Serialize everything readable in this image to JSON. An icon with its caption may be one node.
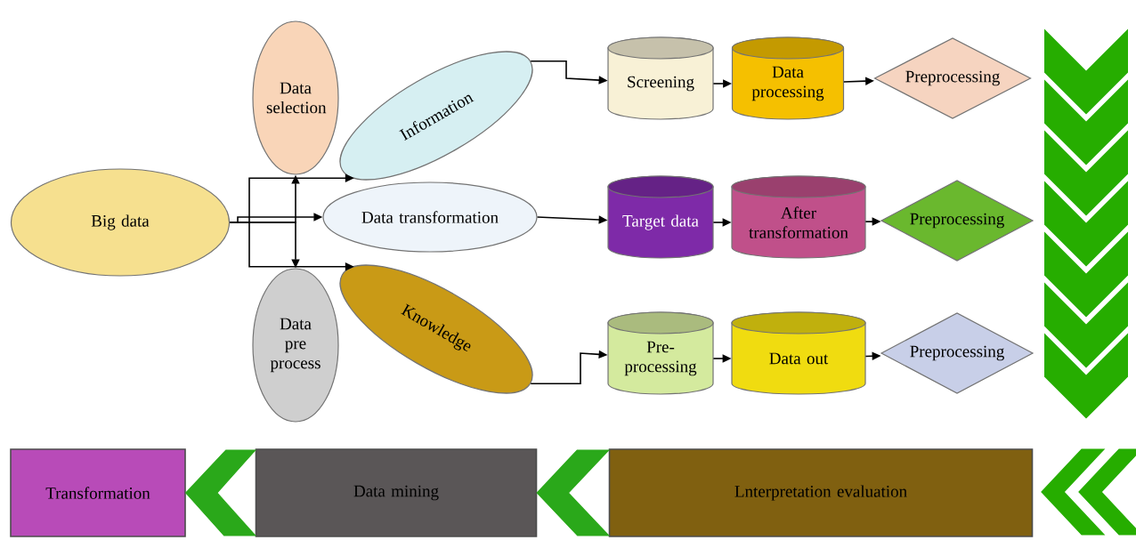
{
  "diagram": {
    "nodes": [
      {
        "text": [
          "Big data"
        ]
      },
      {
        "text": [
          "Data selection"
        ]
      },
      {
        "text": [
          "Information"
        ]
      },
      {
        "text": [
          "Data transformation"
        ]
      },
      {
        "text": [
          "Data pre process"
        ]
      },
      {
        "text": [
          "Knowledge"
        ]
      },
      {
        "text": [
          "Screening"
        ]
      },
      {
        "text": [
          "Data processing"
        ]
      },
      {
        "text": [
          "Preprocessing"
        ]
      },
      {
        "text": [
          "Target data"
        ]
      },
      {
        "text": [
          "After transformation"
        ]
      },
      {
        "text": [
          "Preprocessing"
        ]
      },
      {
        "text": [
          "Pre-processing"
        ]
      },
      {
        "text": [
          "Data out"
        ]
      },
      {
        "text": [
          "Preprocessing"
        ]
      },
      {
        "text": [
          "Transformation"
        ]
      },
      {
        "text": [
          "Data mining"
        ]
      },
      {
        "text": [
          "Lnterpretation evaluation"
        ]
      }
    ],
    "edges": [
      {
        "from": 0,
        "to": 1,
        "arrow": "to"
      },
      {
        "from": 0,
        "to": 2,
        "arrow": "to"
      },
      {
        "from": 0,
        "to": 3,
        "arrow": "to"
      },
      {
        "from": 0,
        "to": 4,
        "arrow": "to"
      },
      {
        "from": 0,
        "to": 5,
        "arrow": "to"
      },
      {
        "from": 2,
        "to": 6,
        "arrow": "to"
      },
      {
        "from": 6,
        "to": 7,
        "arrow": "to"
      },
      {
        "from": 7,
        "to": 8,
        "arrow": "to"
      },
      {
        "from": 3,
        "to": 9,
        "arrow": "to"
      },
      {
        "from": 9,
        "to": 10,
        "arrow": "to"
      },
      {
        "from": 10,
        "to": 11,
        "arrow": "to"
      },
      {
        "from": 5,
        "to": 12,
        "arrow": "to"
      },
      {
        "from": 12,
        "to": 13,
        "arrow": "to"
      },
      {
        "from": 13,
        "to": 14,
        "arrow": "to"
      },
      {
        "from": 17,
        "to": 16,
        "arrow": "to",
        "color": "#2aa81a"
      },
      {
        "from": 16,
        "to": 15,
        "arrow": "to",
        "color": "#2aa81a"
      }
    ]
  }
}
